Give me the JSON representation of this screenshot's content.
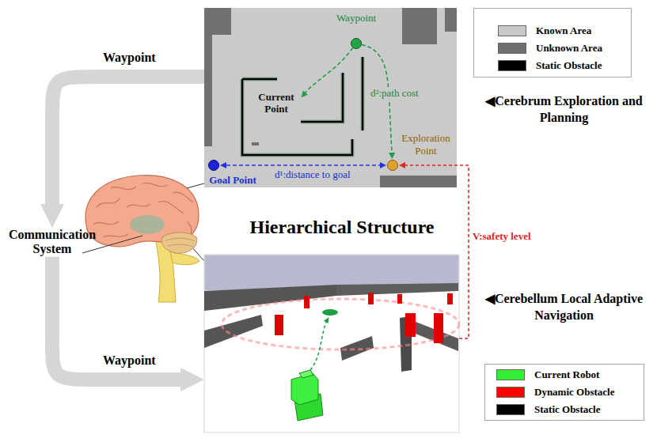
{
  "diagram": {
    "title": "Hierarchical Structure",
    "nodes": [
      {
        "text": [
          "◀Cerebrum Exploration and Planning"
        ]
      },
      {
        "text": [
          "Waypoint"
        ],
        "in": 0
      },
      {
        "text": [
          "Current Point"
        ],
        "in": 0
      },
      {
        "text": [
          "Exploration Point"
        ],
        "in": 0
      },
      {
        "text": [
          "Goal Point"
        ],
        "in": 0
      },
      {
        "text": [
          "Communication System"
        ]
      },
      {
        "text": [
          "◀Cerebellum Local Adaptive Navigation"
        ]
      }
    ],
    "edges": [
      {
        "from": 1,
        "to": 2,
        "arrow": "to"
      },
      {
        "from": 1,
        "to": 3,
        "arrow": "to",
        "label": "d²:path cost"
      },
      {
        "from": 4,
        "to": 3,
        "arrow": "both",
        "label": "d¹:distance to goal"
      },
      {
        "from": 0,
        "to": 5,
        "arrow": "to",
        "label": "Waypoint"
      },
      {
        "from": 5,
        "to": 6,
        "arrow": "to",
        "label": "Waypoint"
      },
      {
        "from": 6,
        "to": 3,
        "arrow": "to",
        "label": "V:safety level"
      }
    ],
    "legend": [
      {
        "text": "Known Area",
        "color": "#c8c8c8"
      },
      {
        "text": "Unknown Area",
        "color": "#6e7070"
      },
      {
        "text": "Static Obstacle",
        "color": "#000000"
      },
      {
        "text": "Current Robot",
        "color": "#33ee33"
      },
      {
        "text": "Dynamic Obstacle",
        "color": "#ff0000"
      },
      {
        "text": "Static Obstacle",
        "color": "#000000"
      }
    ]
  }
}
